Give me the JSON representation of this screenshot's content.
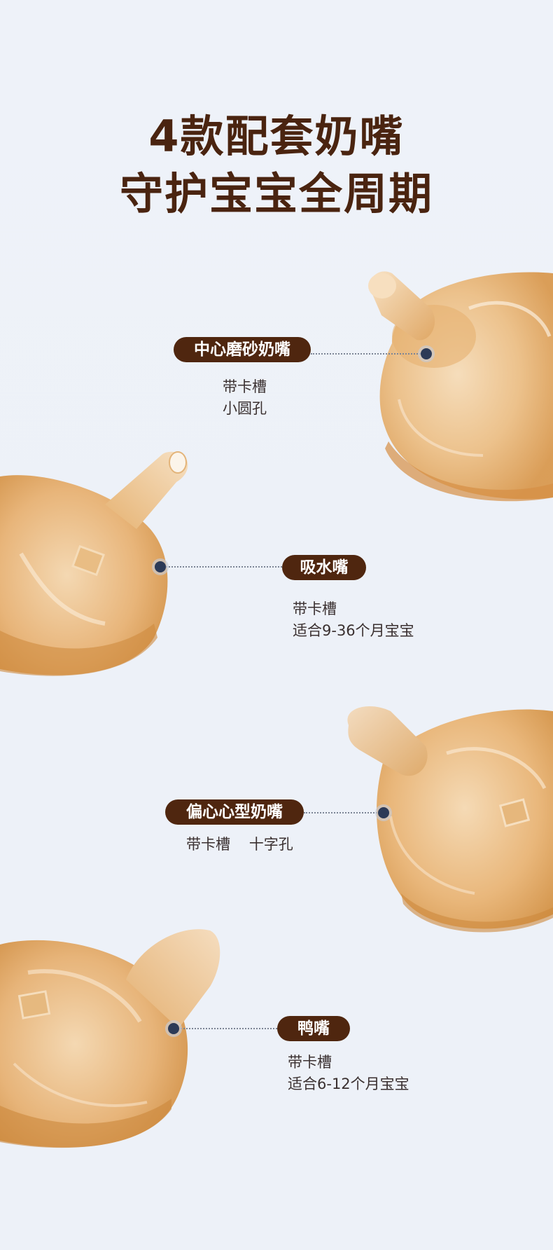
{
  "heading": {
    "line1": "4款配套奶嘴",
    "line2": "守护宝宝全周期"
  },
  "nipples": [
    {
      "name": "中心磨砂奶嘴",
      "desc1": "带卡槽",
      "desc2": "小圆孔"
    },
    {
      "name": "吸水嘴",
      "desc1": "带卡槽",
      "desc2": "适合9-36个月宝宝"
    },
    {
      "name": "偏心心型奶嘴",
      "desc1": "带卡槽",
      "desc2": "十字孔"
    },
    {
      "name": "鸭嘴",
      "desc1": "带卡槽",
      "desc2": "适合6-12个月宝宝"
    }
  ],
  "colors": {
    "tag_bg": "#4f260f",
    "title": "#4a2410",
    "background": "#edf1f8",
    "silicone": "#e8b77c"
  }
}
